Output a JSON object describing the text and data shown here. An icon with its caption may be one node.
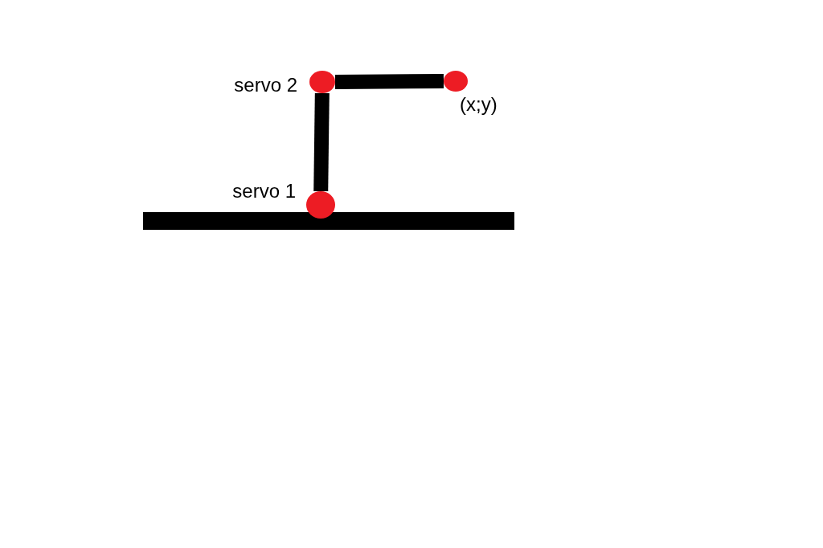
{
  "diagram": {
    "nodes": [
      {
        "text": [],
        "shape": "circle",
        "beside": [
          "servo 2"
        ]
      },
      {
        "text": [],
        "shape": "circle",
        "beside": [
          "(x;y)"
        ]
      },
      {
        "text": [],
        "shape": "circle",
        "beside": [
          "servo 1"
        ]
      }
    ],
    "edges": [
      {
        "from": 0,
        "to": 1,
        "arrow": "none"
      },
      {
        "from": 2,
        "to": 0,
        "arrow": "none"
      }
    ]
  }
}
